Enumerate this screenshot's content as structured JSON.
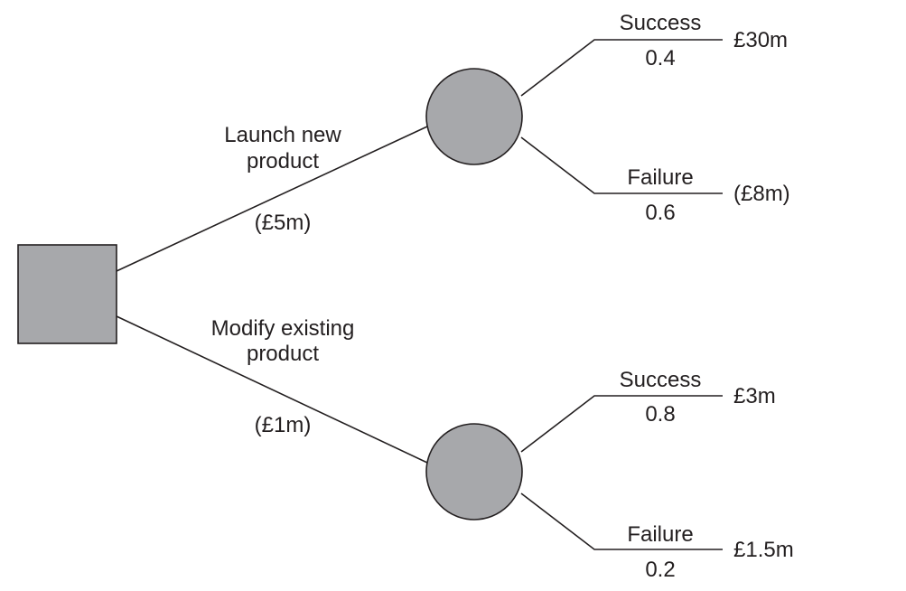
{
  "colors": {
    "node_fill": "#a7a8ab",
    "line": "#231f20",
    "background": "#ffffff"
  },
  "options": [
    {
      "label_line1": "Launch new",
      "label_line2": "product",
      "cost": "(£5m)",
      "outcomes": [
        {
          "name": "Success",
          "probability": "0.4",
          "payoff": "£30m"
        },
        {
          "name": "Failure",
          "probability": "0.6",
          "payoff": "(£8m)"
        }
      ]
    },
    {
      "label_line1": "Modify existing",
      "label_line2": "product",
      "cost": "(£1m)",
      "outcomes": [
        {
          "name": "Success",
          "probability": "0.8",
          "payoff": "£3m"
        },
        {
          "name": "Failure",
          "probability": "0.2",
          "payoff": "£1.5m"
        }
      ]
    }
  ]
}
